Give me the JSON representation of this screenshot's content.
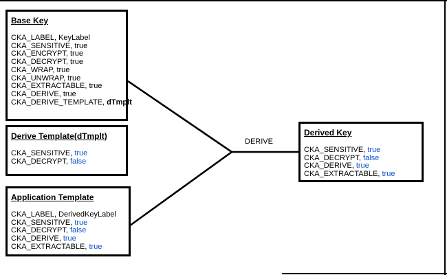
{
  "page": {
    "background": "#ffffff",
    "border_color": "#000000"
  },
  "diagram": {
    "connector_label": "DERIVE",
    "value_color_blue": "#1155cc",
    "line_color": "#000000",
    "boxes": {
      "base_key": {
        "title": "Base Key",
        "attributes": [
          {
            "name": "CKA_LABEL",
            "value": "KeyLabel",
            "style": "plain"
          },
          {
            "name": "CKA_SENSITIVE",
            "value": "true",
            "style": "plain"
          },
          {
            "name": "CKA_ENCRYPT",
            "value": "true",
            "style": "plain"
          },
          {
            "name": "CKA_DECRYPT",
            "value": "true",
            "style": "plain"
          },
          {
            "name": "CKA_WRAP",
            "value": "true",
            "style": "plain"
          },
          {
            "name": "CKA_UNWRAP",
            "value": "true",
            "style": "plain"
          },
          {
            "name": "CKA_EXTRACTABLE",
            "value": "true",
            "style": "plain"
          },
          {
            "name": "CKA_DERIVE",
            "value": "true",
            "style": "plain"
          },
          {
            "name": "CKA_DERIVE_TEMPLATE",
            "value": "dTmplt",
            "style": "bold"
          }
        ]
      },
      "derive_template": {
        "title": "Derive Template(dTmplt)",
        "attributes": [
          {
            "name": "CKA_SENSITIVE",
            "value": "true",
            "style": "blue"
          },
          {
            "name": "CKA_DECRYPT",
            "value": "false",
            "style": "blue"
          }
        ]
      },
      "application_template": {
        "title": "Application Template",
        "attributes": [
          {
            "name": "CKA_LABEL",
            "value": "DerivedKeyLabel",
            "style": "plain"
          },
          {
            "name": "CKA_SENSITIVE",
            "value": "true",
            "style": "blue"
          },
          {
            "name": "CKA_DECRYPT",
            "value": "false",
            "style": "blue"
          },
          {
            "name": "CKA_DERIVE",
            "value": "true",
            "style": "blue"
          },
          {
            "name": "CKA_EXTRACTABLE",
            "value": "true",
            "style": "blue"
          }
        ]
      },
      "derived_key": {
        "title": "Derived Key",
        "attributes": [
          {
            "name": "CKA_SENSITIVE",
            "value": "true",
            "style": "blue"
          },
          {
            "name": "CKA_DECRYPT",
            "value": "false",
            "style": "blue"
          },
          {
            "name": "CKA_DERIVE",
            "value": "true",
            "style": "blue"
          },
          {
            "name": "CKA_EXTRACTABLE",
            "value": "true",
            "style": "blue"
          }
        ]
      }
    }
  }
}
